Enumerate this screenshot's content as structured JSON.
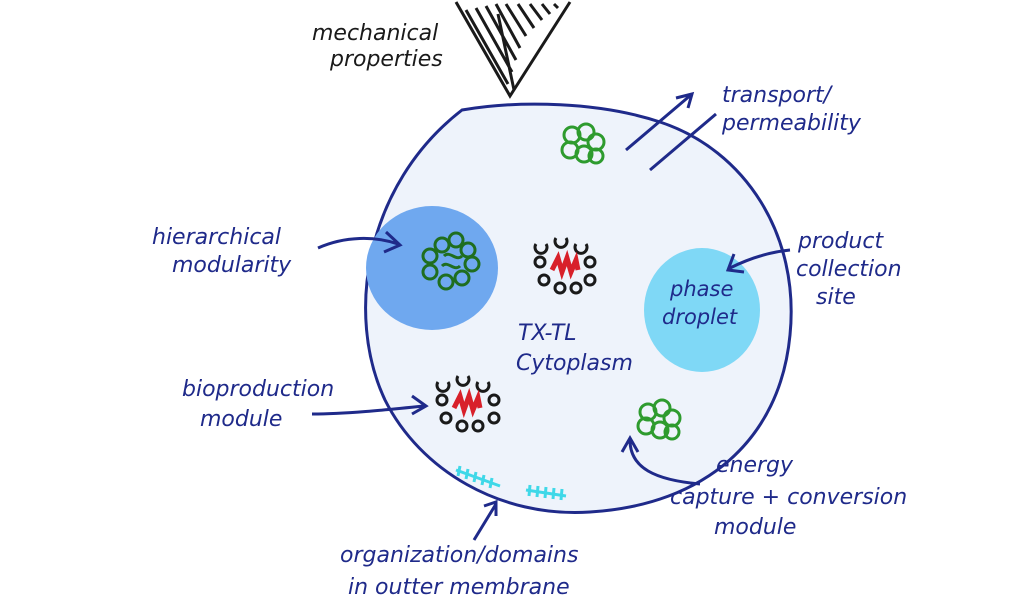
{
  "labels": {
    "mechanical": [
      "mechanical",
      "properties"
    ],
    "transport": [
      "transport/",
      "permeability"
    ],
    "hierarchical": [
      "hierarchical",
      "modularity"
    ],
    "product": [
      "product",
      "collection",
      "site"
    ],
    "phase": [
      "phase",
      "droplet"
    ],
    "cytoplasm": [
      "TX-TL",
      "Cytoplasm"
    ],
    "bioproduction": [
      "bioproduction",
      "module"
    ],
    "energy": [
      "energy",
      "capture + conversion",
      "module"
    ],
    "membrane": [
      "organization/domains",
      "in outter membrane"
    ]
  },
  "colors": {
    "ink_blue": "#1f2a8a",
    "cell_fill": "#eef3fb",
    "module_blue": "#6fa8ef",
    "droplet_cyan": "#7fd8f6",
    "green": "#2e9b2e",
    "dark_green": "#1f6e1f",
    "red": "#d8202a",
    "membrane_cyan": "#3fd8e8",
    "black": "#1a1a1a"
  }
}
